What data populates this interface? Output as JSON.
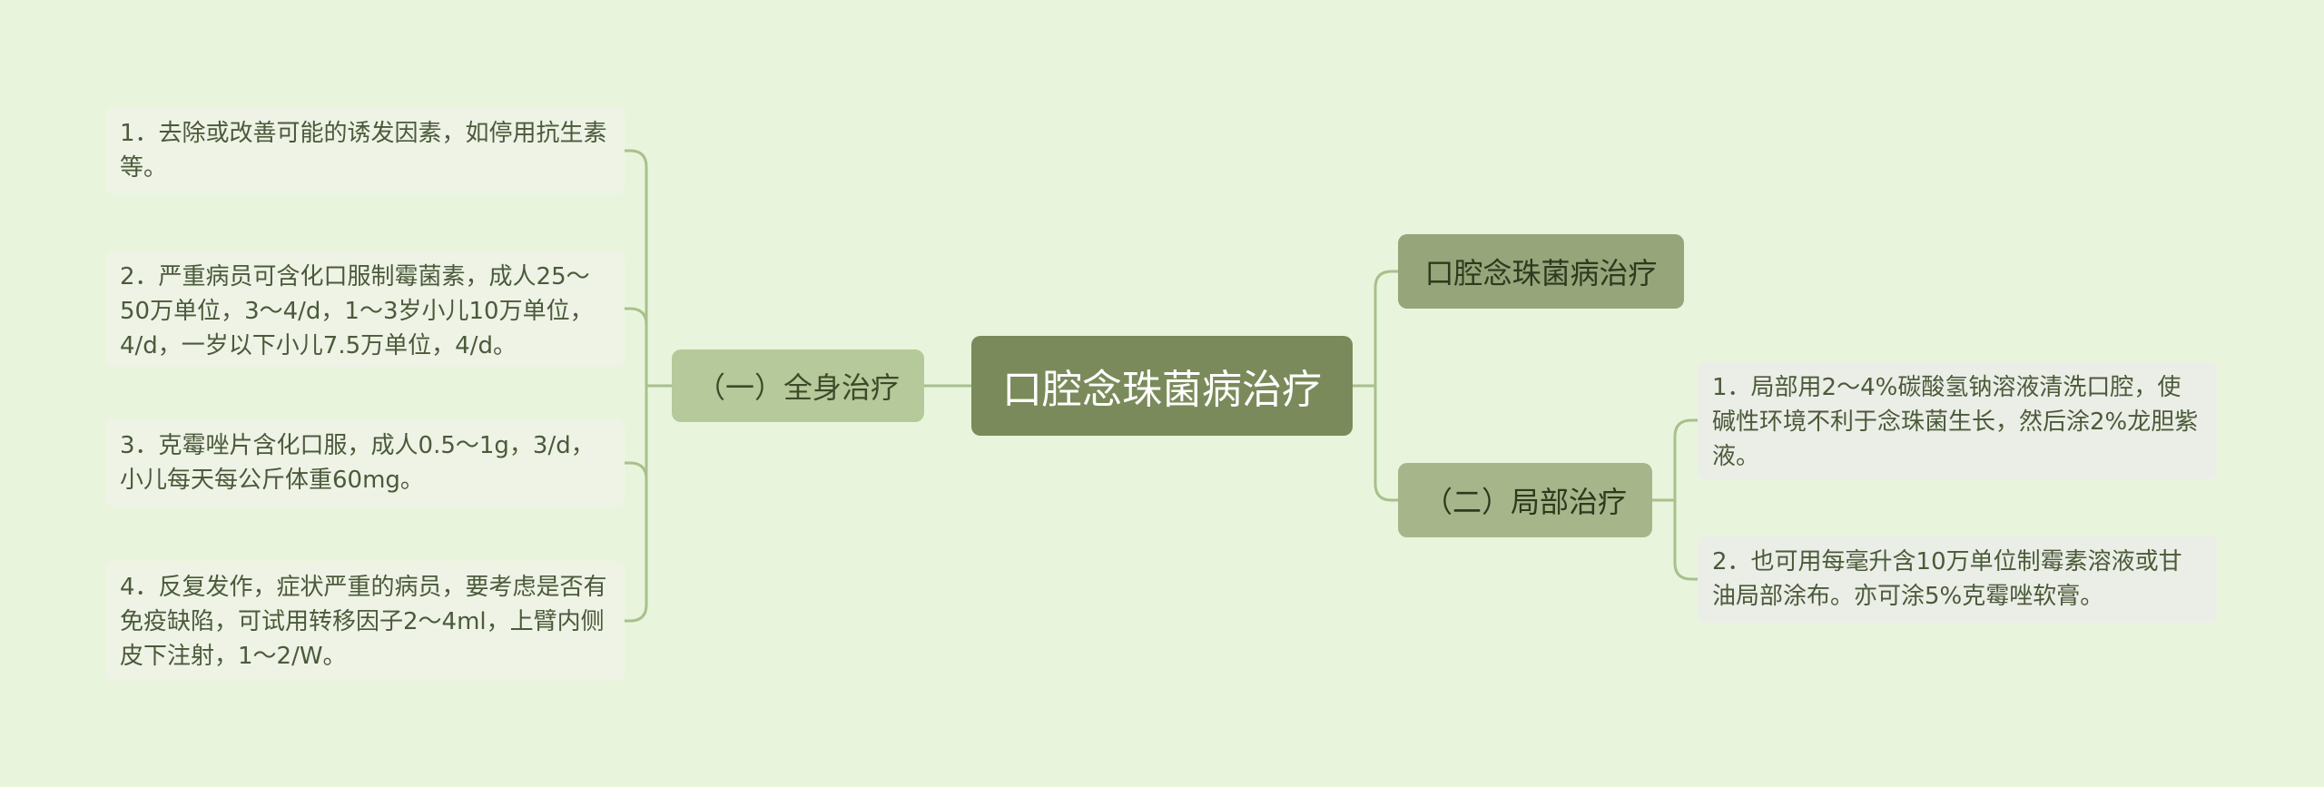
{
  "root": {
    "label": "口腔念珠菌病治疗"
  },
  "branches": {
    "left": {
      "label": "（一）全身治疗"
    },
    "top": {
      "label": "口腔念珠菌病治疗"
    },
    "right": {
      "label": "（二）局部治疗"
    }
  },
  "left_items": [
    "1．去除或改善可能的诱发因素，如停用抗生素等。",
    "2．严重病员可含化口服制霉菌素，成人25～50万单位，3～4/d，1～3岁小儿10万单位，4/d，一岁以下小儿7.5万单位，4/d。",
    "3．克霉唑片含化口服，成人0.5～1g，3/d，小儿每天每公斤体重60mg。",
    "4．反复发作，症状严重的病员，要考虑是否有免疫缺陷，可试用转移因子2～4ml，上臂内侧皮下注射，1～2/W。"
  ],
  "right_items": [
    "1．局部用2～4%碳酸氢钠溶液清洗口腔，使碱性环境不利于念珠菌生长，然后涂2%龙胆紫液。",
    "2．也可用每毫升含10万单位制霉素溶液或甘油局部涂布。亦可涂5%克霉唑软膏。"
  ],
  "colors": {
    "background": "#e8f5dc",
    "root": "#7a8a5a",
    "connector": "#a9c08c"
  }
}
